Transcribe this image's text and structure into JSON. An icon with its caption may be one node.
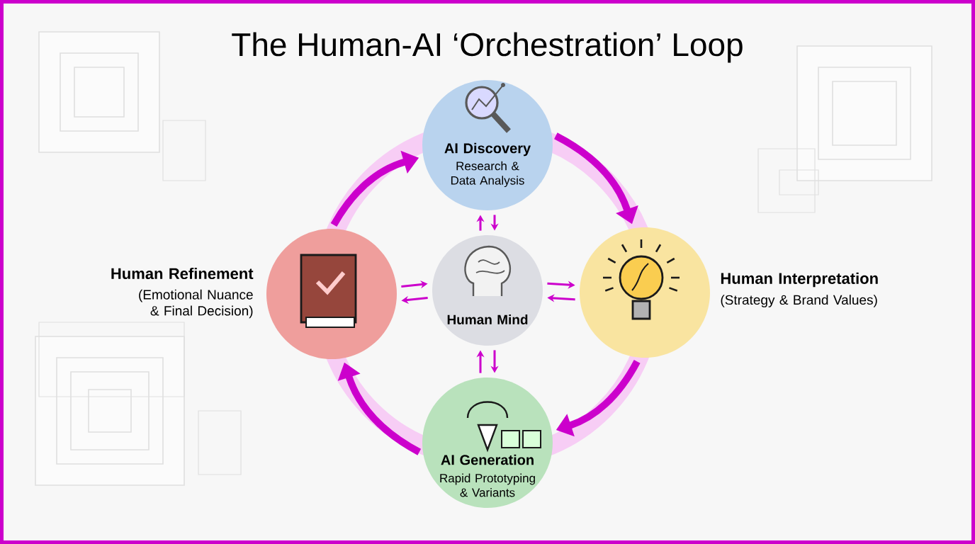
{
  "diagram": {
    "title": "The Human-AI ‘Orchestration’ Loop",
    "nodes": [
      {
        "text": [
          "AI Discovery",
          "Research & Data Analysis"
        ]
      },
      {
        "text": [
          "Human Refinement",
          "(Emotional Nuance & Final Decision)"
        ]
      },
      {
        "text": [
          "Human Mind"
        ]
      },
      {
        "text": [
          "Human Interpretation",
          "(Strategy & Brand Values)"
        ]
      },
      {
        "text": [
          "AI Generation",
          "Rapid Prototyping & Variants"
        ]
      }
    ],
    "edges": [
      {
        "from": 0,
        "to": 3,
        "arrow": "to",
        "style": "thick"
      },
      {
        "from": 3,
        "to": 4,
        "arrow": "to",
        "style": "thick"
      },
      {
        "from": 4,
        "to": 1,
        "arrow": "to",
        "style": "thick"
      },
      {
        "from": 1,
        "to": 0,
        "arrow": "to",
        "style": "thick"
      },
      {
        "from": 2,
        "to": 0,
        "arrow": "to"
      },
      {
        "from": 0,
        "to": 2,
        "arrow": "to"
      },
      {
        "from": 1,
        "to": 2,
        "arrow": "to"
      },
      {
        "from": 2,
        "to": 1,
        "arrow": "to"
      },
      {
        "from": 2,
        "to": 3,
        "arrow": "to"
      },
      {
        "from": 3,
        "to": 2,
        "arrow": "to"
      },
      {
        "from": 4,
        "to": 2,
        "arrow": "to"
      },
      {
        "from": 2,
        "to": 4,
        "arrow": "to"
      }
    ]
  }
}
